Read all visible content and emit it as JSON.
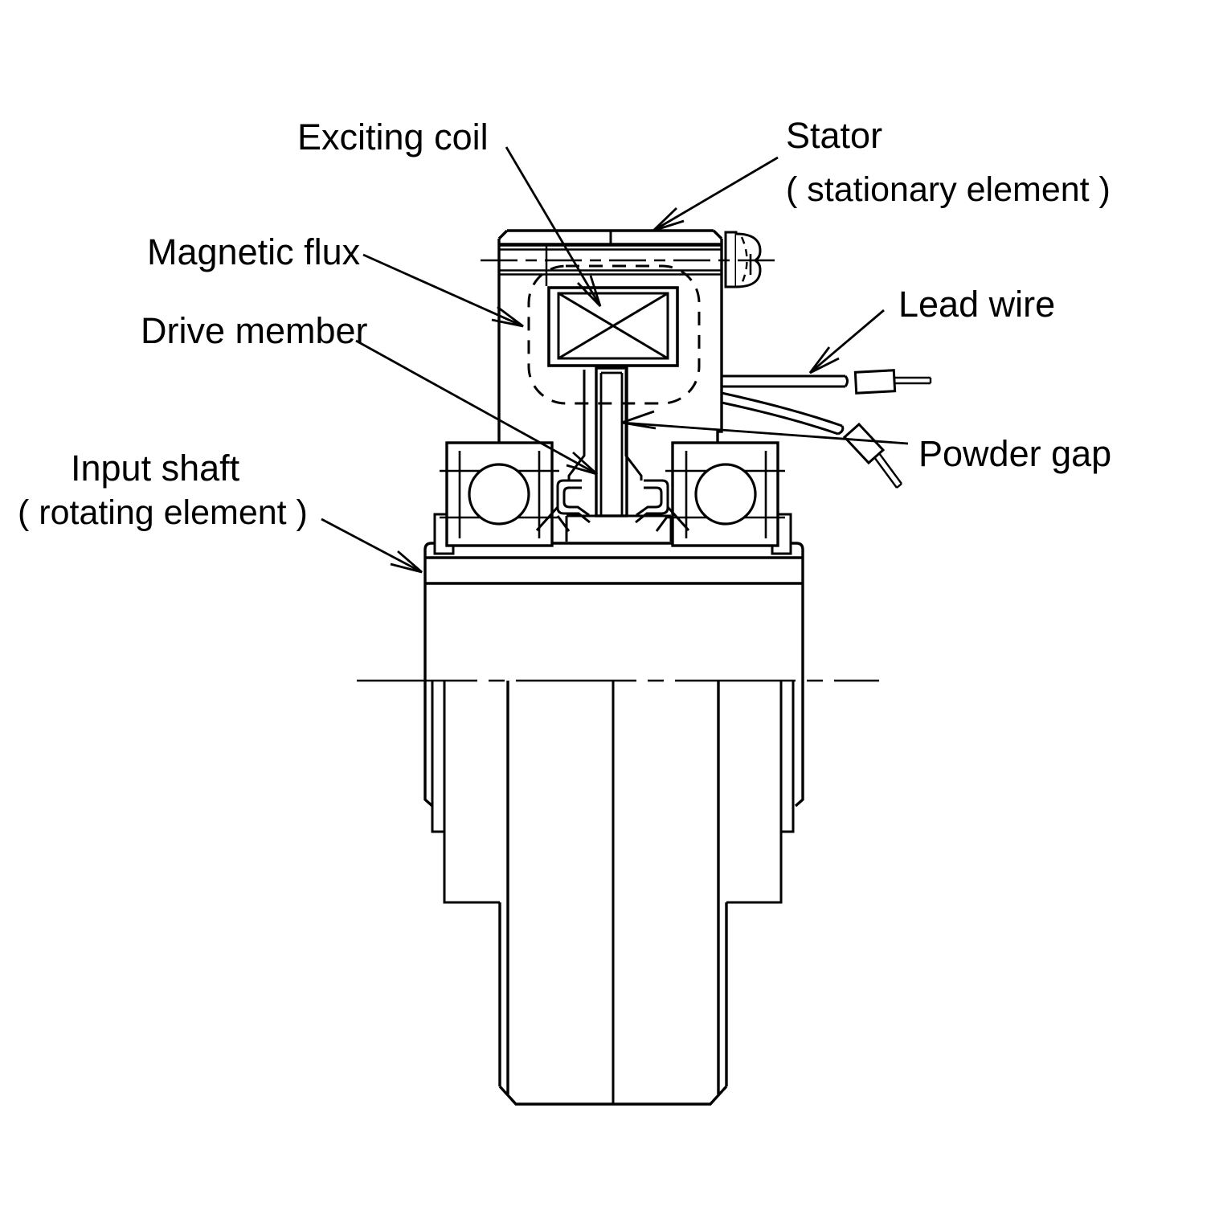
{
  "figure": {
    "type": "technical-sectional-diagram",
    "colors": {
      "line": "#000000",
      "background": "#ffffff"
    },
    "labels": {
      "exciting_coil": "Exciting coil",
      "stator_line1": "Stator",
      "stator_line2": "( stationary element )",
      "magnetic_flux": "Magnetic flux",
      "lead_wire": "Lead wire",
      "drive_member": "Drive member",
      "powder_gap": "Powder gap",
      "input_shaft_line1": "Input shaft",
      "input_shaft_line2": "( rotating element )"
    }
  }
}
